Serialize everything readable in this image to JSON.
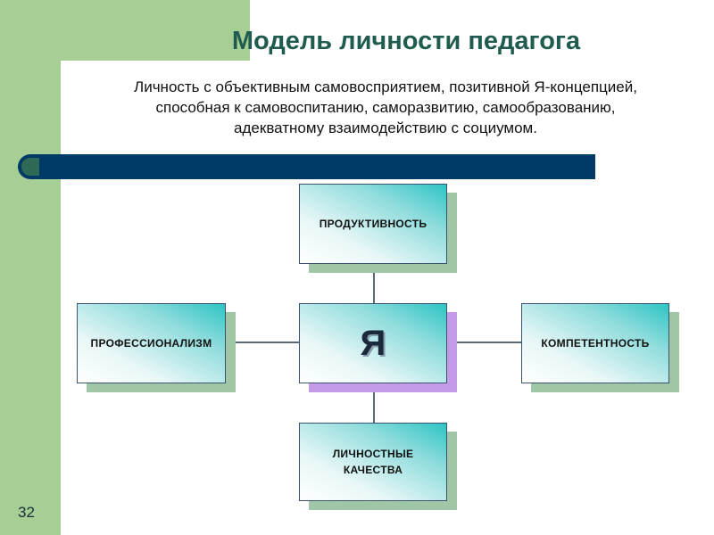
{
  "slide": {
    "title": "Модель личности педагога",
    "subtitle_lines": [
      "Личность с объективным самовосприятием, позитивной Я-концепцией,",
      "способная к самовоспитанию, саморазвитию, самообразованию,",
      "адекватному взаимодействию с социумом."
    ],
    "page_number": "32"
  },
  "diagram": {
    "center": "Я",
    "top": "ПРОДУКТИВНОСТЬ",
    "left": "ПРОФЕССИОНАЛИЗМ",
    "right": "КОМПЕТЕНТНОСТЬ",
    "bottom_lines": [
      "ЛИЧНОСТНЫЕ",
      "КАЧЕСТВА"
    ]
  },
  "colors": {
    "green_band": "#a7cf95",
    "title": "#1f5c4f",
    "bar": "#003a66",
    "box_gradient_accent": "#2ec4c4",
    "center_shadow": "#c39be6"
  }
}
